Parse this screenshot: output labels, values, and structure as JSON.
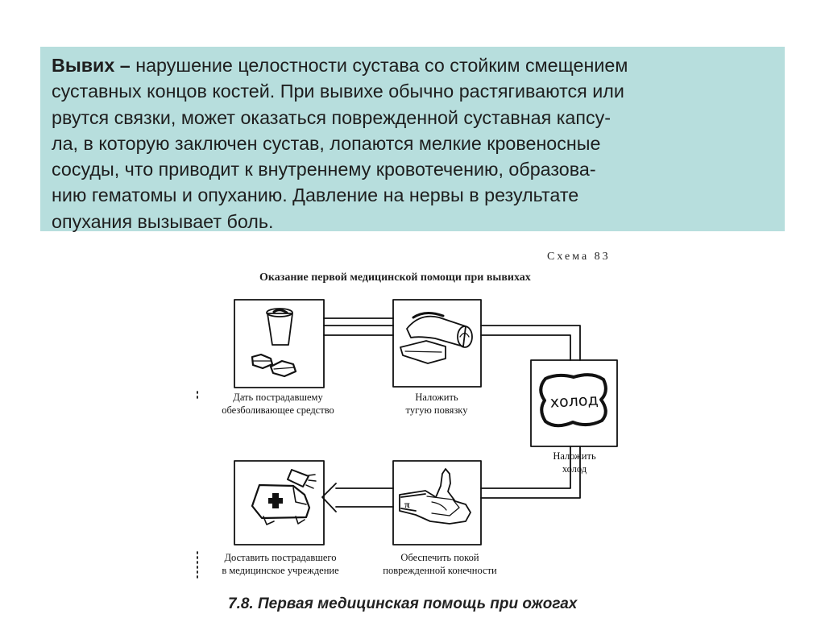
{
  "definition": {
    "term": "Вывих –",
    "lines": [
      " нарушение целостности сустава со стойким смещением",
      "суставных концов костей. При вывихе обычно растягиваются или",
      "рвутся связки, может оказаться поврежденной суставная капсу-",
      "ла, в которую заключен сустав, лопаются мелкие кровеносные",
      "сосуды, что приводит к внутреннему кровотечению, образова-",
      "нию гематомы и опуханию. Давление на нервы в результате",
      "опухания вызывает боль."
    ]
  },
  "scheme": {
    "number": "Схема 83",
    "title": "Оказание первой медицинской помощи при вывихах",
    "steps": [
      {
        "icon": "painkiller-icon",
        "label_lines": [
          "Дать пострадавшему",
          "обезболивающее средство"
        ]
      },
      {
        "icon": "bandage-roll-icon",
        "label_lines": [
          "Наложить",
          "тугую повязку"
        ]
      },
      {
        "icon": "cold-pack-icon",
        "icon_text": "холод",
        "label_lines": [
          "Наложить",
          "холод"
        ]
      },
      {
        "icon": "immobilized-limb-icon",
        "label_lines": [
          "Обеспечить покой",
          "поврежденной конечности"
        ]
      },
      {
        "icon": "ambulance-icon",
        "label_lines": [
          "Доставить пострадавшего",
          "в медицинское учреждение"
        ]
      }
    ]
  },
  "next_section": "7.8. Первая медицинская помощь при ожогах",
  "colors": {
    "definition_background": "#b7dedd",
    "line": "#111111"
  }
}
